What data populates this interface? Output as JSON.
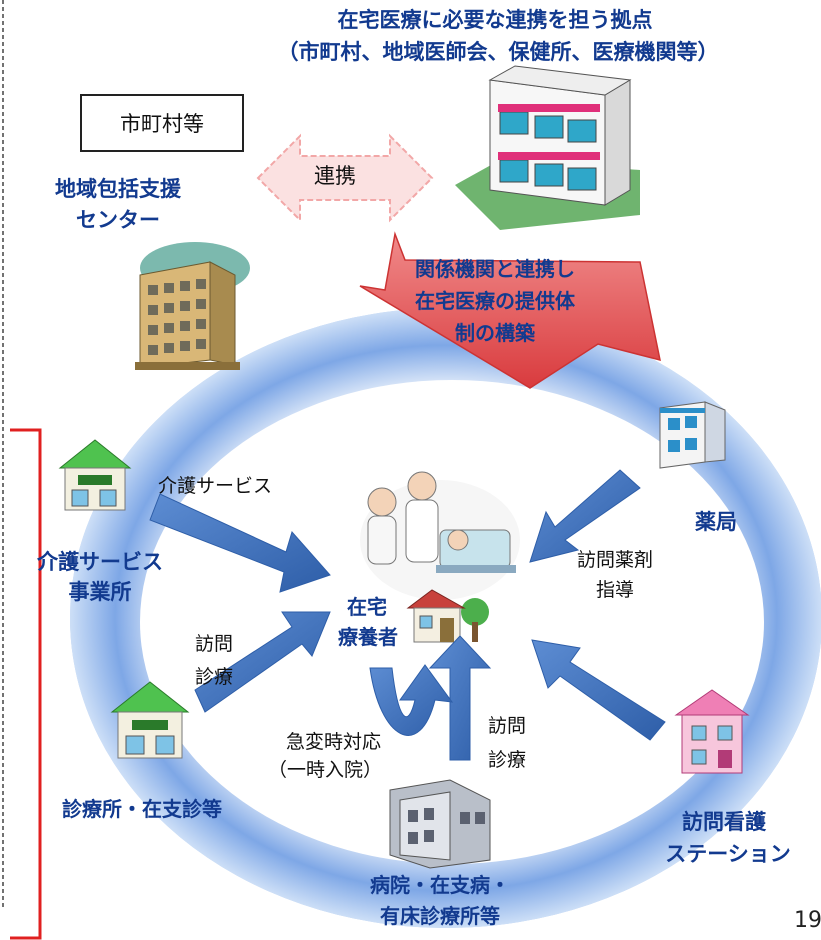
{
  "hub": {
    "title_line1": "在宅医療に必要な連携を担う拠点",
    "title_line2": "（市町村、地域医師会、保健所、医療機関等）"
  },
  "municipality_box": "市町村等",
  "cooperation_label": "連携",
  "regional_center": {
    "line1": "地域包括支援",
    "line2": "センター"
  },
  "system_arrow": {
    "line1": "関係機関と連携し",
    "line2": "在宅医療の提供体",
    "line3": "制の構築"
  },
  "care_service_flow": "介護サービス",
  "care_office": {
    "line1": "介護サービス",
    "line2": "事業所"
  },
  "pharmacy": "薬局",
  "pharmacy_flow": {
    "line1": "訪問薬剤",
    "line2": "指導"
  },
  "patient": {
    "line1": "在宅",
    "line2": "療養者"
  },
  "clinic_visit": {
    "line1": "訪問",
    "line2": "診療"
  },
  "hospital_visit": {
    "line1": "訪問",
    "line2": "診療"
  },
  "emergency": {
    "line1": "急変時対応",
    "line2": "（一時入院）"
  },
  "clinic": "診療所・在支診等",
  "nursing_station": {
    "line1": "訪問看護",
    "line2": "ステーション"
  },
  "hospital": {
    "line1": "病院・在支病・",
    "line2": "有床診療所等"
  },
  "page_number": "19",
  "colors": {
    "label_blue": "#123a8f",
    "arrow_blue": "#3a6db5",
    "ring_blue": "#6f9de0",
    "pink_arrow": "#f2a7a7",
    "red_arrow": "#e8585a",
    "red_border": "#e02020"
  }
}
